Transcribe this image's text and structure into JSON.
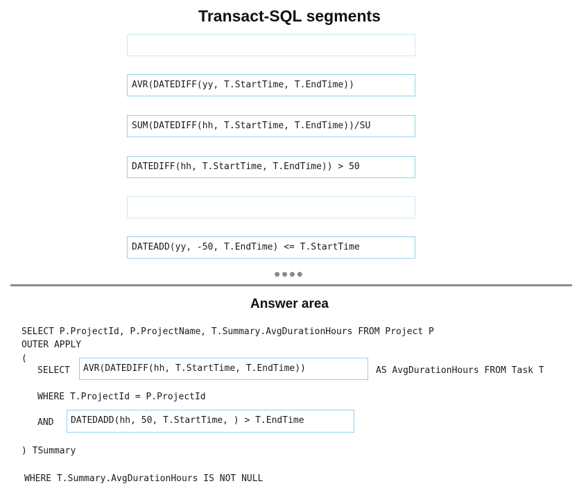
{
  "segments_title": "Transact-SQL segments",
  "segments": [
    "",
    "AVR(DATEDIFF(yy, T.StartTime, T.EndTime))",
    "SUM(DATEDIFF(hh, T.StartTime, T.EndTime))/SU",
    "DATEDIFF(hh, T.StartTime, T.EndTime)) > 50",
    "",
    "DATEADD(yy, -50, T.EndTime) <= T.StartTime"
  ],
  "more_indicator": "●●●●",
  "answer_title": "Answer area",
  "answer": {
    "line1": "SELECT P.ProjectId, P.ProjectName, T.Summary.AvgDurationHours FROM Project P",
    "line2": "OUTER APPLY",
    "line3": "(",
    "select_kw": "SELECT",
    "slot1": "AVR(DATEDIFF(hh, T.StartTime, T.EndTime))",
    "after_slot1": "AS AvgDurationHours FROM Task T",
    "where_line": "WHERE T.ProjectId = P.ProjectId",
    "and_kw": "AND",
    "slot2": "DATEDADD(hh, 50, T.StartTime, ) > T.EndTime",
    "close_line": ") TSummary",
    "final_where": "WHERE T.Summary.AvgDurationHours IS NOT NULL"
  }
}
